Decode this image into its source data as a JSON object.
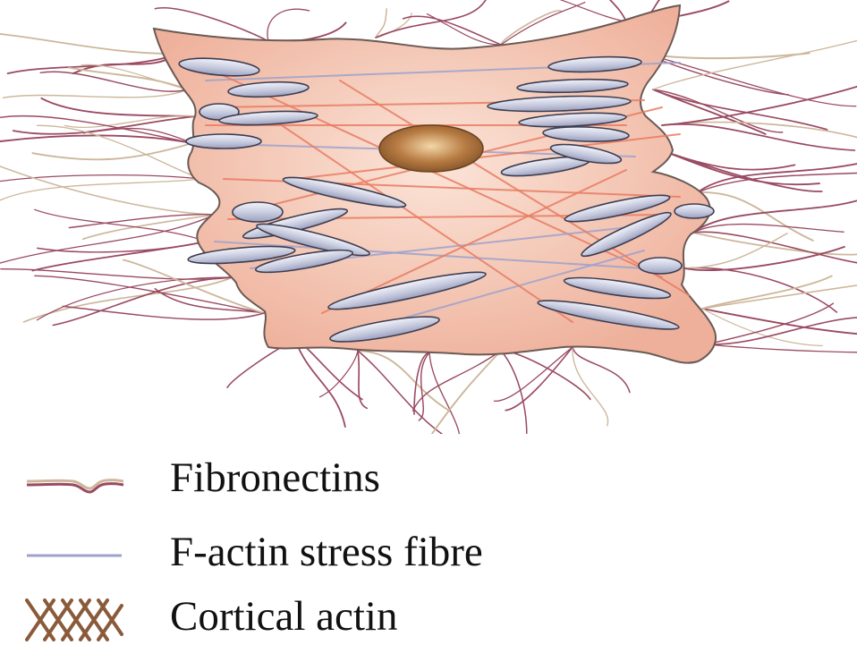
{
  "legend": {
    "fibronectin_label": "Fibronectins",
    "factin_label": "F-actin stress fibre",
    "cortical_label": "Cortical actin"
  },
  "colors": {
    "cell_fill": "#eeb8a2",
    "cell_edge": "#6b5a55",
    "fibronectin_dark": "#9a4a62",
    "fibronectin_light": "#cdb79c",
    "stress_fibre_red": "#e97c62",
    "stress_fibre_blue": "#9ea2cc",
    "adhesion_fill": "#c9cde0",
    "adhesion_edge": "#3d3d50",
    "nucleus": "#a86f3c",
    "cortical_actin": "#8a5a3a"
  },
  "icons": [
    "cell-body",
    "nucleus",
    "focal-adhesion",
    "stress-fibre",
    "fibronectin-fibre",
    "cortical-actin-mesh"
  ]
}
